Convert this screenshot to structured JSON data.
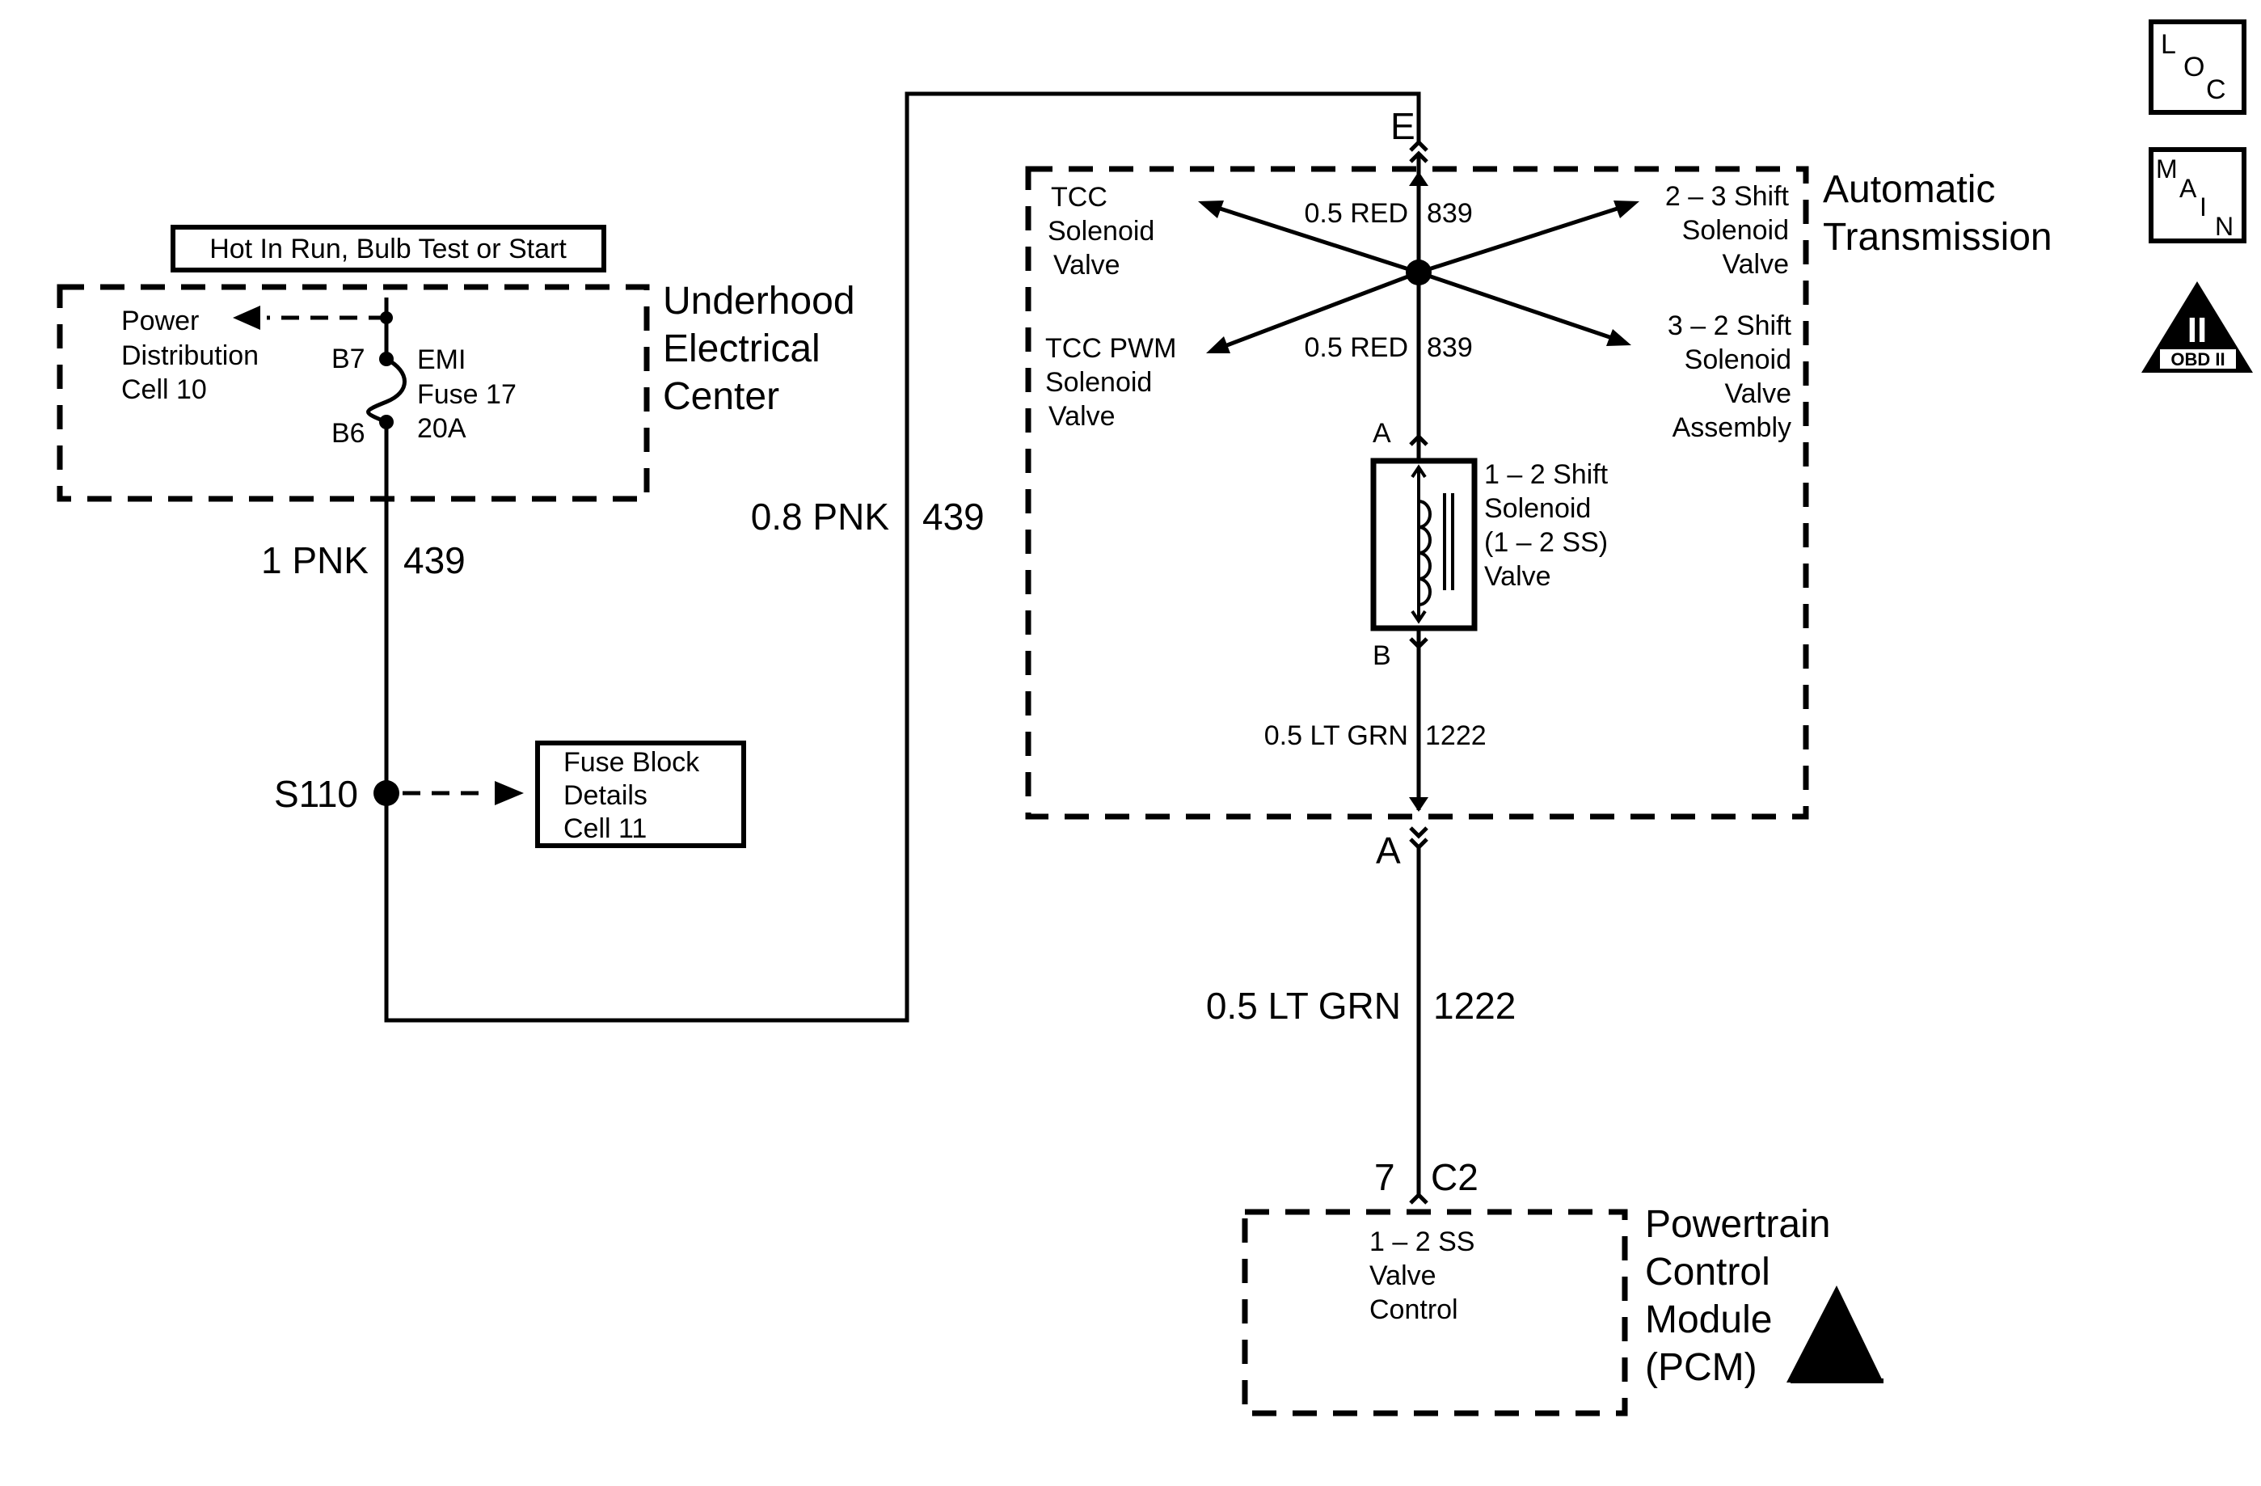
{
  "icons": {
    "loc": {
      "l1": "L",
      "l2": "O",
      "l3": "C"
    },
    "main": {
      "l1": "M",
      "l2": "A",
      "l3": "I",
      "l4": "N"
    },
    "obd": {
      "roman": "II",
      "label": "OBD II"
    }
  },
  "underhood": {
    "header": "Hot In Run, Bulb Test or Start",
    "title": [
      "Underhood",
      "Electrical",
      "Center"
    ],
    "power_dist": [
      "Power",
      "Distribution",
      "Cell 10"
    ],
    "pin_b7": "B7",
    "pin_b6": "B6",
    "fuse": [
      "EMI",
      "Fuse 17",
      "20A"
    ]
  },
  "wires": {
    "w1_color": "1 PNK",
    "w1_circuit": "439",
    "w2_color": "0.8 PNK",
    "w2_circuit": "439",
    "w3_color": "0.5 RED",
    "w3_circuit": "839",
    "w4_color": "0.5 RED",
    "w4_circuit": "839",
    "w5_color": "0.5 LT GRN",
    "w5_circuit": "1222",
    "w6_color": "0.5 LT GRN",
    "w6_circuit": "1222"
  },
  "splice": {
    "label": "S110",
    "fuse_block": [
      "Fuse Block",
      "Details",
      "Cell 11"
    ]
  },
  "transmission": {
    "title": [
      "Automatic",
      "Transmission"
    ],
    "tcc": [
      "TCC",
      "Solenoid",
      "Valve"
    ],
    "tcc_pwm": [
      "TCC PWM",
      "Solenoid",
      "Valve"
    ],
    "shift_23": [
      "2 – 3 Shift",
      "Solenoid",
      "Valve"
    ],
    "shift_32": [
      "3 – 2 Shift",
      "Solenoid",
      "Valve",
      "Assembly"
    ],
    "shift_12": [
      "1 – 2 Shift",
      "Solenoid",
      "(1 – 2 SS)",
      "Valve"
    ],
    "conn_e": "E",
    "conn_a_bottom": "A",
    "sol_pin_a": "A",
    "sol_pin_b": "B"
  },
  "pcm": {
    "pin": "7",
    "connector": "C2",
    "title": [
      "Powertrain",
      "Control",
      "Module",
      "(PCM)"
    ],
    "internal": [
      "1 – 2 SS",
      "Valve",
      "Control"
    ]
  }
}
